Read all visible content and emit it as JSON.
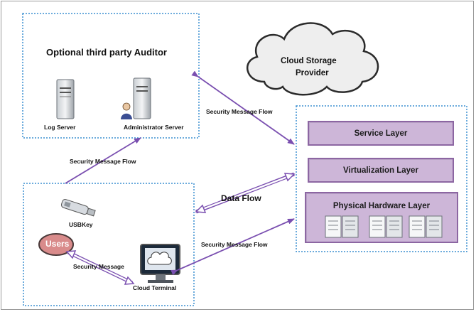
{
  "auditor": {
    "title": "Optional third party Auditor",
    "log_server": "Log Server",
    "admin_server": "Administrator Server"
  },
  "cloud": {
    "line1": "Cloud Storage",
    "line2": "Provider"
  },
  "layers": {
    "service": "Service Layer",
    "virtualization": "Virtualization Layer",
    "physical": "Physical Hardware Layer"
  },
  "client": {
    "usbkey": "USBKey",
    "users": "Users",
    "terminal": "Cloud Terminal"
  },
  "flows": {
    "security_top": "Security Message Flow",
    "security_left": "Security Message Flow",
    "data": "Data Flow",
    "security_bottom": "Security Message Flow",
    "security_message": "Security Message"
  },
  "colors": {
    "dotted_border": "#3c8fd0",
    "arrow": "#7a4fb0",
    "layer_fill": "#cdb6d8",
    "layer_border": "#8c66a2",
    "users_fill": "#d98b8b"
  }
}
